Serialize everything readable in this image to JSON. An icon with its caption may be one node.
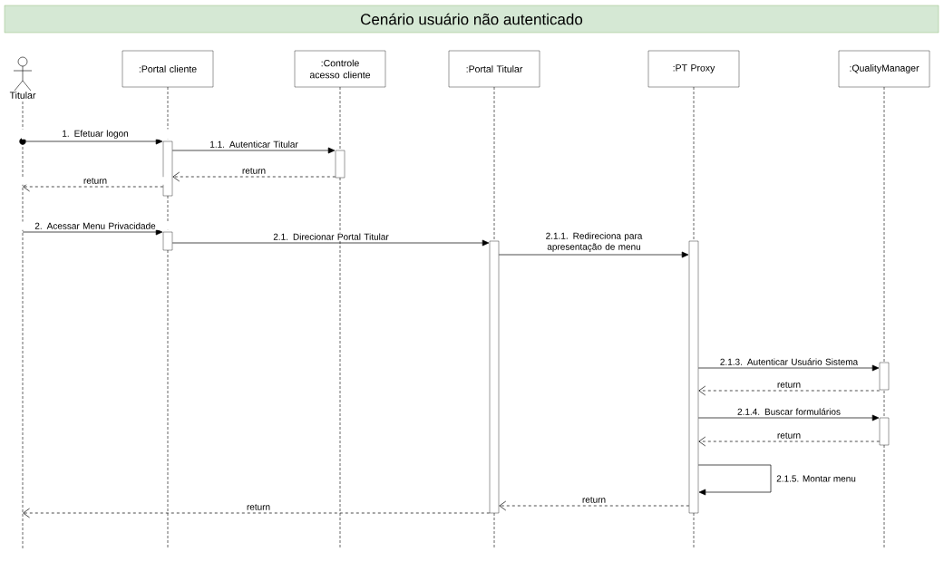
{
  "diagram": {
    "title": "Cenário usuário não autenticado",
    "nodes": [
      {
        "text": [
          "Titular"
        ]
      },
      {
        "text": [
          ":Portal cliente"
        ]
      },
      {
        "text": [
          ":Controle acesso cliente"
        ]
      },
      {
        "text": [
          ":Portal Titular"
        ]
      },
      {
        "text": [
          ":PT Proxy"
        ]
      },
      {
        "text": [
          ":QualityManager"
        ]
      },
      {
        "text": [],
        "shape": "bar"
      },
      {
        "text": [],
        "shape": "bar"
      },
      {
        "text": [],
        "shape": "bar"
      },
      {
        "text": [],
        "shape": "bar"
      },
      {
        "text": [],
        "shape": "bar"
      },
      {
        "text": [],
        "shape": "bar"
      },
      {
        "text": [],
        "shape": "bar"
      },
      {
        "text": [],
        "shape": "circle"
      }
    ],
    "edges": [
      {
        "from": 13,
        "to": 6,
        "arrow": "to",
        "label": "1. Efetuar logon"
      },
      {
        "from": 6,
        "to": 7,
        "arrow": "to",
        "label": "1.1. Autenticar Titular"
      },
      {
        "from": 7,
        "to": 6,
        "arrow": "to",
        "label": "return",
        "style": "dashed"
      },
      {
        "from": 6,
        "to": null,
        "arrow": "to",
        "label": "return",
        "style": "dashed"
      },
      {
        "from": null,
        "to": 8,
        "arrow": "to",
        "label": "2. Acessar Menu Privacidade"
      },
      {
        "from": 8,
        "to": 9,
        "arrow": "to",
        "label": "2.1. Direcionar Portal Titular"
      },
      {
        "from": 9,
        "to": 10,
        "arrow": "to",
        "label": "2.1.1. Redireciona para apresentação de menu"
      },
      {
        "from": 10,
        "to": 11,
        "arrow": "to",
        "label": "2.1.3. Autenticar Usuário Sistema"
      },
      {
        "from": 11,
        "to": 10,
        "arrow": "to",
        "label": "return",
        "style": "dashed"
      },
      {
        "from": 10,
        "to": 12,
        "arrow": "to",
        "label": "2.1.4. Buscar formulários"
      },
      {
        "from": 12,
        "to": 10,
        "arrow": "to",
        "label": "return",
        "style": "dashed"
      },
      {
        "from": 10,
        "to": 10,
        "arrow": "to",
        "label": "2.1.5. Montar menu"
      },
      {
        "from": 10,
        "to": 9,
        "arrow": "to",
        "label": "return",
        "style": "dashed"
      },
      {
        "from": 9,
        "to": null,
        "arrow": "to",
        "label": "return",
        "style": "dashed"
      }
    ]
  }
}
